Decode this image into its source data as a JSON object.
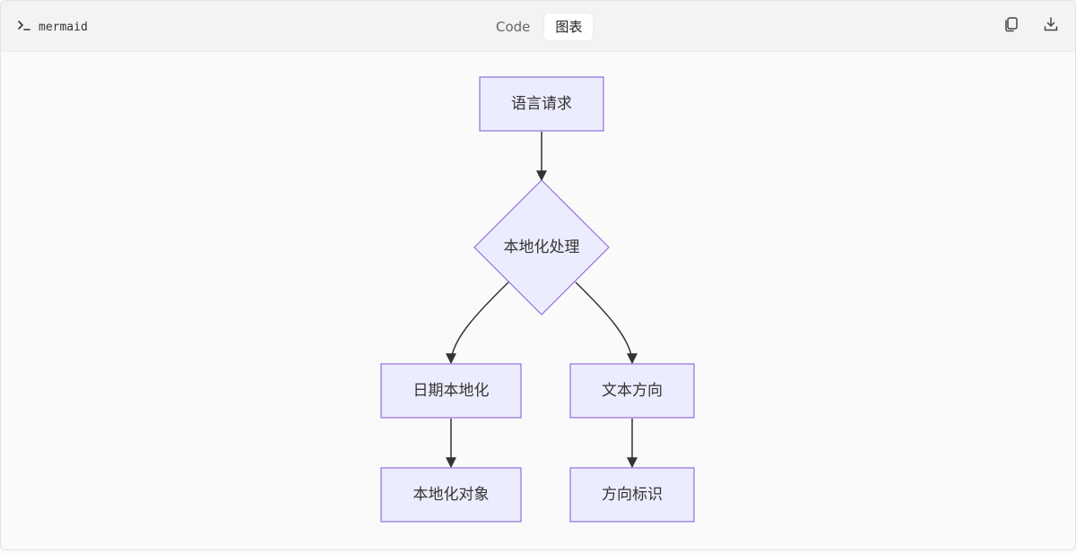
{
  "toolbar": {
    "language": "mermaid",
    "tabs": [
      {
        "label": "Code",
        "active": false
      },
      {
        "label": "图表",
        "active": true
      }
    ],
    "icons": {
      "terminal": "terminal-prompt-icon",
      "copy": "copy-icon",
      "download": "download-icon"
    }
  },
  "diagram": {
    "type": "flowchart-TD",
    "colors": {
      "node_fill": "#ececff",
      "node_stroke": "#9370db",
      "edge": "#333333"
    },
    "nodes": [
      {
        "id": "A",
        "label": "语言请求",
        "shape": "rect"
      },
      {
        "id": "B",
        "label": "本地化处理",
        "shape": "diamond"
      },
      {
        "id": "C",
        "label": "日期本地化",
        "shape": "rect"
      },
      {
        "id": "D",
        "label": "文本方向",
        "shape": "rect"
      },
      {
        "id": "E",
        "label": "本地化对象",
        "shape": "rect"
      },
      {
        "id": "F",
        "label": "方向标识",
        "shape": "rect"
      }
    ],
    "edges": [
      {
        "from": "A",
        "to": "B"
      },
      {
        "from": "B",
        "to": "C"
      },
      {
        "from": "B",
        "to": "D"
      },
      {
        "from": "C",
        "to": "E"
      },
      {
        "from": "D",
        "to": "F"
      }
    ]
  }
}
